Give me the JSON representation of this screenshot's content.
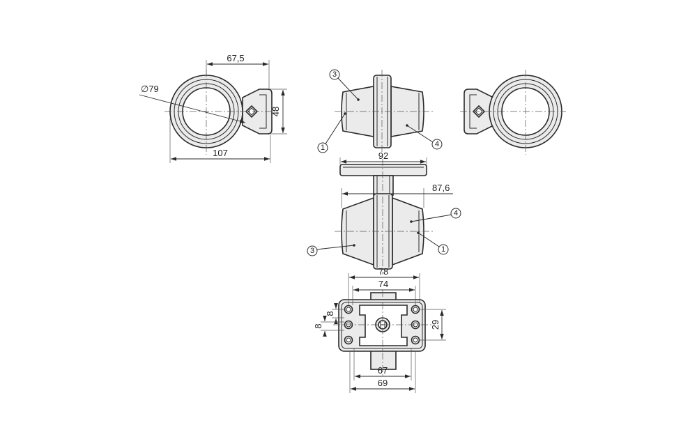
{
  "dimensions": {
    "side_width": "67,5",
    "diameter": "∅79",
    "side_height": "48",
    "overall_width": "107",
    "mount_width": "92",
    "depth": "87,6",
    "base_78": "78",
    "base_74": "74",
    "hole_8a": "8",
    "hole_8b": "8",
    "hole_29": "29",
    "base_67": "67",
    "base_69": "69"
  },
  "callouts": {
    "c1": "1",
    "c3": "3",
    "c4": "4"
  }
}
